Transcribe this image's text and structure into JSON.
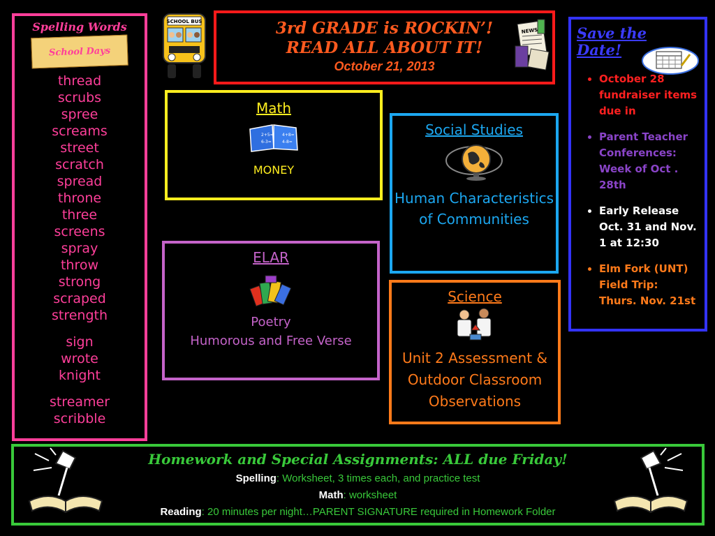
{
  "spelling": {
    "title": "Spelling Words",
    "banner_text": "School Days",
    "words_main": [
      "thread",
      "scrubs",
      "spree",
      "screams",
      "street",
      "scratch",
      "spread",
      "throne",
      "three",
      "screens",
      "spray",
      "throw",
      "strong",
      "scraped",
      "strength"
    ],
    "words_challenge": [
      "sign",
      "wrote",
      "knight"
    ],
    "words_bonus": [
      "streamer",
      "scribble"
    ]
  },
  "header": {
    "title_line1": "3rd GRADE is ROCKIN’!",
    "title_line2": "READ ALL ABOUT IT!",
    "date": "October 21, 2013"
  },
  "math": {
    "title": "Math",
    "topic": "MONEY"
  },
  "social_studies": {
    "title": "Social Studies",
    "topic": "Human Characteristics of Communities"
  },
  "elar": {
    "title": "ELAR",
    "topic_line1": "Poetry",
    "topic_line2": "Humorous and Free Verse"
  },
  "science": {
    "title": "Science",
    "topic": "Unit 2 Assessment & Outdoor Classroom Observations"
  },
  "save_the_date": {
    "title": "Save the Date!",
    "items": [
      "October 28 fundraiser items due in",
      "Parent Teacher Conferences: Week of Oct . 28th",
      "Early Release Oct. 31 and Nov. 1 at 12:30",
      "Elm Fork (UNT) Field Trip: Thurs. Nov. 21st"
    ]
  },
  "homework": {
    "title": "Homework and Special Assignments: ALL due Friday!",
    "spelling_label": "Spelling",
    "spelling_text": ": Worksheet, 3 times each, and practice test",
    "math_label": "Math",
    "math_text": ": worksheet",
    "reading_label": "Reading",
    "reading_text": ": 20 minutes per night…PARENT SIGNATURE required in Homework Folder"
  },
  "colors": {
    "pink": "#ff3f9a",
    "red": "#ff1a1a",
    "orange": "#ff7a1a",
    "yellow": "#ffee1f",
    "blue": "#1ca7f0",
    "purple": "#c463c9",
    "indigo": "#3333ff",
    "green": "#39c93a"
  },
  "icons": [
    "school-bus-icon",
    "newspaper-icon",
    "math-book-icon",
    "globe-icon",
    "books-icon",
    "scientists-icon",
    "calendar-icon",
    "lamp-book-icon"
  ]
}
